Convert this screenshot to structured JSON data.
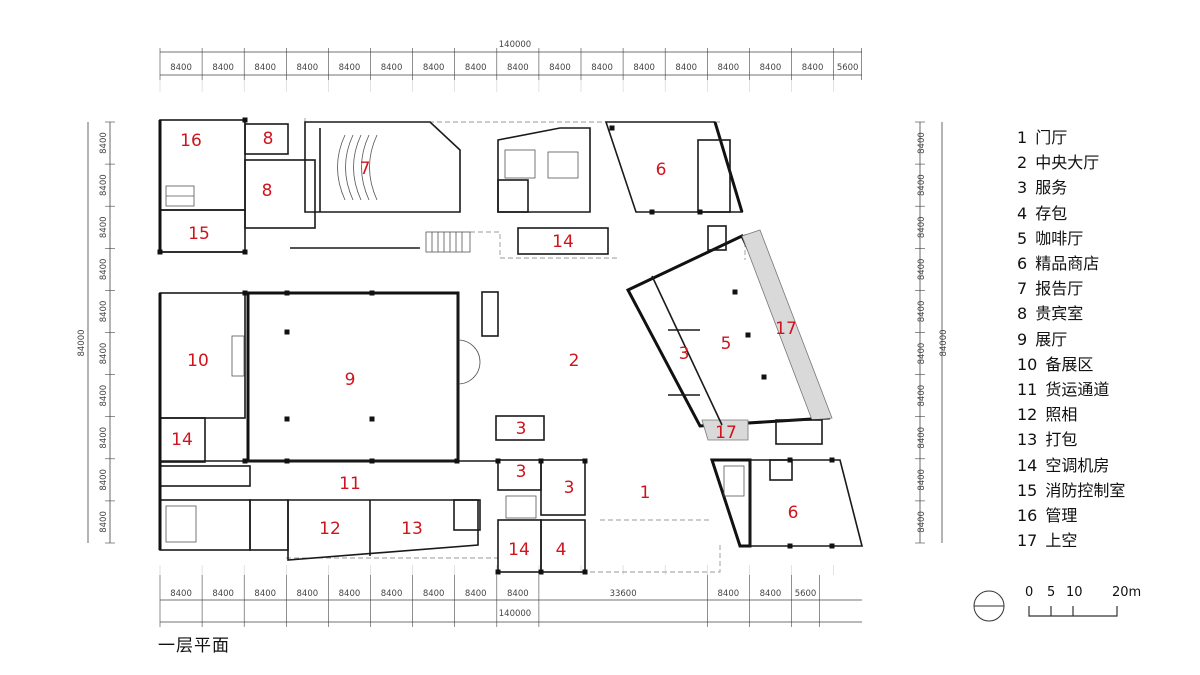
{
  "title": "一层平面",
  "dimensions": {
    "overall_top": "140000",
    "overall_bottom": "140000",
    "overall_side": "84000",
    "top_bays": [
      "8400",
      "8400",
      "8400",
      "8400",
      "8400",
      "8400",
      "8400",
      "8400",
      "8400",
      "8400",
      "8400",
      "8400",
      "8400",
      "8400",
      "8400",
      "8400",
      "5600"
    ],
    "bottom_bays": [
      "8400",
      "8400",
      "8400",
      "8400",
      "8400",
      "8400",
      "8400",
      "8400",
      "8400",
      "33600",
      "8400",
      "8400",
      "5600"
    ],
    "side_bays": [
      "8400",
      "8400",
      "8400",
      "8400",
      "8400",
      "8400",
      "8400",
      "8400",
      "8400",
      "8400"
    ]
  },
  "rooms": [
    {
      "id": "r16",
      "label": "16"
    },
    {
      "id": "r8a",
      "label": "8"
    },
    {
      "id": "r8b",
      "label": "8"
    },
    {
      "id": "r7",
      "label": "7"
    },
    {
      "id": "r6a",
      "label": "6"
    },
    {
      "id": "r15",
      "label": "15"
    },
    {
      "id": "r14a",
      "label": "14"
    },
    {
      "id": "r10",
      "label": "10"
    },
    {
      "id": "r9",
      "label": "9"
    },
    {
      "id": "r2",
      "label": "2"
    },
    {
      "id": "r3a",
      "label": "3"
    },
    {
      "id": "r5",
      "label": "5"
    },
    {
      "id": "r17a",
      "label": "17"
    },
    {
      "id": "r17b",
      "label": "17"
    },
    {
      "id": "r14b",
      "label": "14"
    },
    {
      "id": "r3b",
      "label": "3"
    },
    {
      "id": "r3c",
      "label": "3"
    },
    {
      "id": "r3d",
      "label": "3"
    },
    {
      "id": "r11",
      "label": "11"
    },
    {
      "id": "r1",
      "label": "1"
    },
    {
      "id": "r12",
      "label": "12"
    },
    {
      "id": "r13",
      "label": "13"
    },
    {
      "id": "r14c",
      "label": "14"
    },
    {
      "id": "r4",
      "label": "4"
    },
    {
      "id": "r6b",
      "label": "6"
    }
  ],
  "legend": [
    {
      "num": "1",
      "text": "门厅"
    },
    {
      "num": "2",
      "text": "中央大厅"
    },
    {
      "num": "3",
      "text": "服务"
    },
    {
      "num": "4",
      "text": "存包"
    },
    {
      "num": "5",
      "text": "咖啡厅"
    },
    {
      "num": "6",
      "text": "精品商店"
    },
    {
      "num": "7",
      "text": "报告厅"
    },
    {
      "num": "8",
      "text": "贵宾室"
    },
    {
      "num": "9",
      "text": "展厅"
    },
    {
      "num": "10",
      "text": "备展区"
    },
    {
      "num": "11",
      "text": "货运通道"
    },
    {
      "num": "12",
      "text": "照相"
    },
    {
      "num": "13",
      "text": "打包"
    },
    {
      "num": "14",
      "text": "空调机房"
    },
    {
      "num": "15",
      "text": "消防控制室"
    },
    {
      "num": "16",
      "text": "管理"
    },
    {
      "num": "17",
      "text": "上空"
    }
  ],
  "scale_bar": {
    "labels": [
      "0",
      "5",
      "10",
      "20m"
    ]
  }
}
